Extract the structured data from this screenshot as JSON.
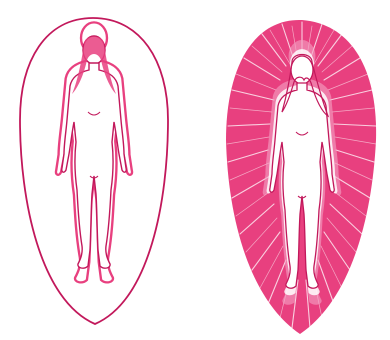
{
  "figures": [
    {
      "name": "outline-aura-figure",
      "style": "outline"
    },
    {
      "name": "radiant-aura-figure",
      "style": "radiant"
    }
  ],
  "colors": {
    "aura": "#e8407f",
    "aura_light": "#f4a3c4",
    "outline": "#c2185b",
    "background": "#ffffff"
  }
}
